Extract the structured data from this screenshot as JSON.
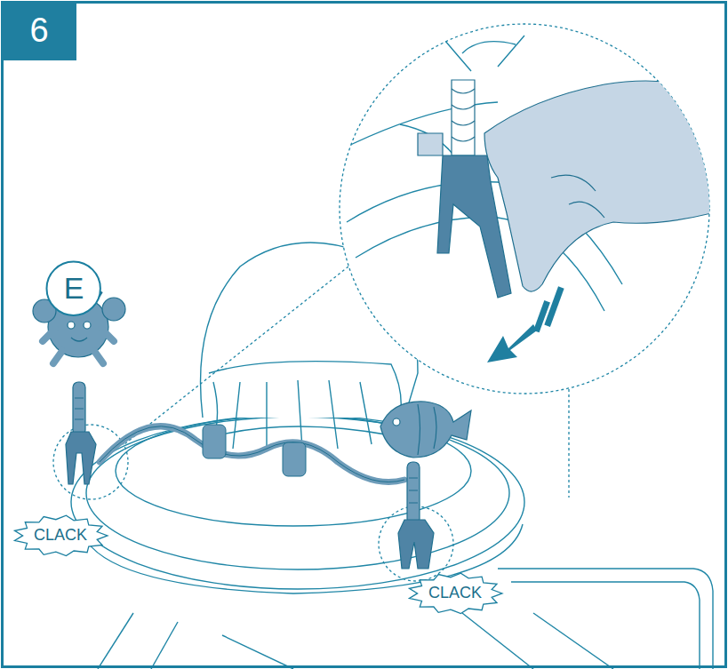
{
  "diagram": {
    "nodes": [
      {
        "text": [
          "6"
        ]
      },
      {
        "text": [
          "E"
        ]
      },
      {
        "text": [
          "CLACK"
        ]
      },
      {
        "text": [
          "CLACK"
        ]
      }
    ]
  }
}
